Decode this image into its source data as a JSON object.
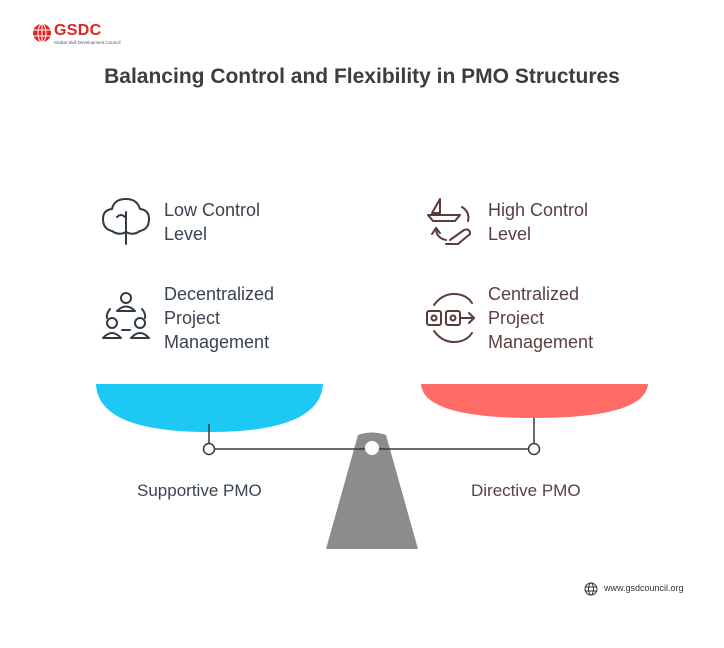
{
  "logo": {
    "name": "GSDC",
    "tagline": "Global Skill Development Council"
  },
  "title": "Balancing Control and Flexibility in PMO Structures",
  "left": {
    "control": "Low Control Level",
    "management": "Decentralized Project Management",
    "pmo": "Supportive PMO",
    "pan_color": "#1ec8f5"
  },
  "right": {
    "control": "High Control Level",
    "management": "Centralized Project Management",
    "pmo": "Directive PMO",
    "pan_color": "#ff6b66"
  },
  "fulcrum_color": "#8c8c8c",
  "footer": "www.gsdcouncil.org"
}
